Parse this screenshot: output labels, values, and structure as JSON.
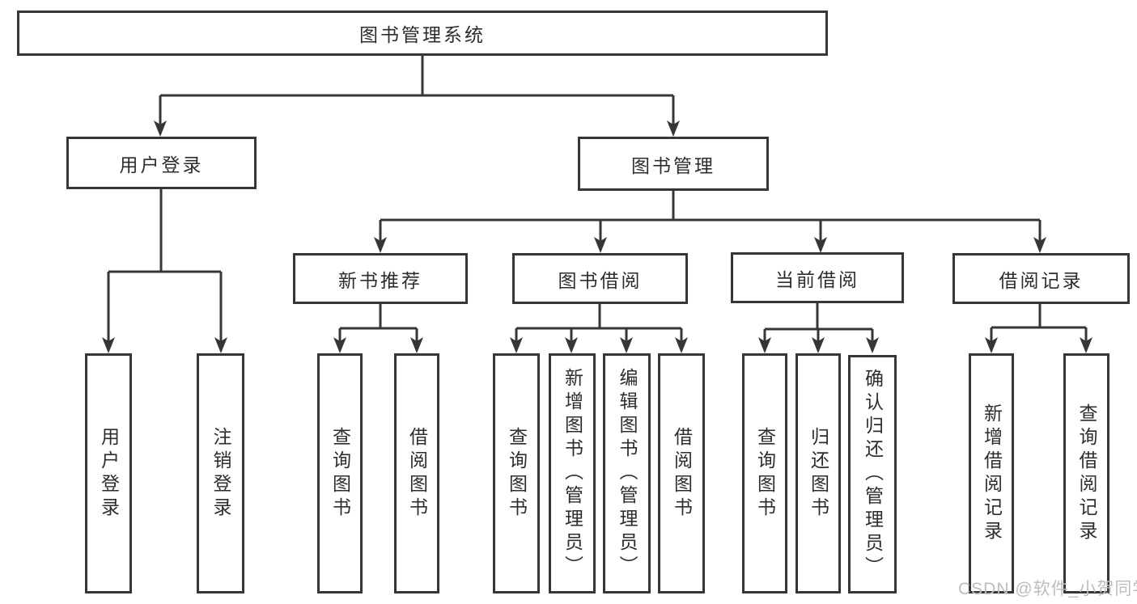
{
  "diagram": {
    "root": {
      "label": "图书管理系统"
    },
    "level2": {
      "user": {
        "label": "用户登录"
      },
      "book": {
        "label": "图书管理"
      }
    },
    "level3": {
      "newbook": {
        "label": "新书推荐"
      },
      "borrow": {
        "label": "图书借阅"
      },
      "current": {
        "label": "当前借阅"
      },
      "records": {
        "label": "借阅记录"
      }
    },
    "leaves": {
      "user_login": {
        "label": "用户登录"
      },
      "logout": {
        "label": "注销登录"
      },
      "nb_query": {
        "label": "查询图书"
      },
      "nb_borrow": {
        "label": "借阅图书"
      },
      "bb_query": {
        "label": "查询图书"
      },
      "bb_add": {
        "label": "新增图书（管理员）"
      },
      "bb_edit": {
        "label": "编辑图书（管理员）"
      },
      "bb_borrow": {
        "label": "借阅图书"
      },
      "cb_query": {
        "label": "查询图书"
      },
      "cb_return": {
        "label": "归还图书"
      },
      "cb_confirm": {
        "label": "确认归还（管理员）"
      },
      "br_add": {
        "label": "新增借阅记录"
      },
      "br_query": {
        "label": "查询借阅记录"
      }
    }
  },
  "watermark": {
    "text": "CSDN @软件_小贺同学",
    "color": "#bdbdbd"
  },
  "colors": {
    "background": "#ffffff",
    "line": "#363636",
    "box_border": "#363636",
    "text": "#2d2d2d"
  }
}
